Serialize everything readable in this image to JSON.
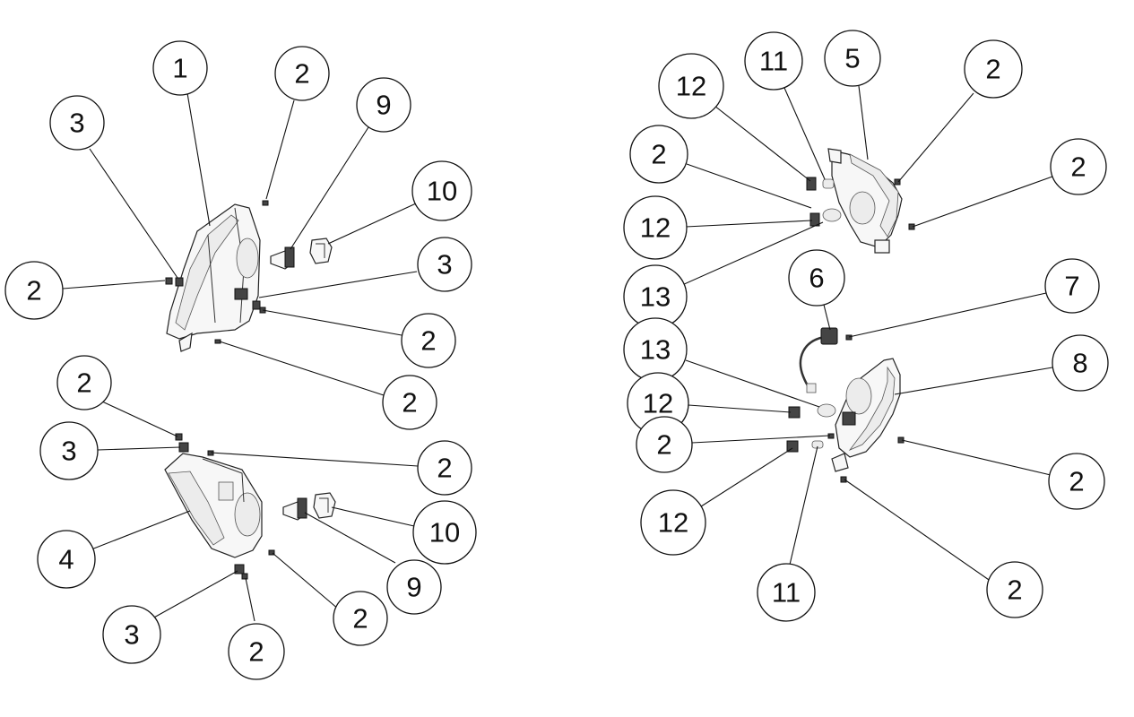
{
  "callouts": [
    {
      "label": "1"
    },
    {
      "label": "2"
    },
    {
      "label": "3"
    },
    {
      "label": "9"
    },
    {
      "label": "10"
    },
    {
      "label": "2"
    },
    {
      "label": "3"
    },
    {
      "label": "2"
    },
    {
      "label": "2"
    },
    {
      "label": "2"
    },
    {
      "label": "3"
    },
    {
      "label": "2"
    },
    {
      "label": "4"
    },
    {
      "label": "10"
    },
    {
      "label": "9"
    },
    {
      "label": "2"
    },
    {
      "label": "3"
    },
    {
      "label": "2"
    },
    {
      "label": "12"
    },
    {
      "label": "11"
    },
    {
      "label": "5"
    },
    {
      "label": "2"
    },
    {
      "label": "2"
    },
    {
      "label": "2"
    },
    {
      "label": "12"
    },
    {
      "label": "13"
    },
    {
      "label": "6"
    },
    {
      "label": "7"
    },
    {
      "label": "13"
    },
    {
      "label": "8"
    },
    {
      "label": "12"
    },
    {
      "label": "2"
    },
    {
      "label": "2"
    },
    {
      "label": "12"
    },
    {
      "label": "11"
    },
    {
      "label": "2"
    }
  ]
}
